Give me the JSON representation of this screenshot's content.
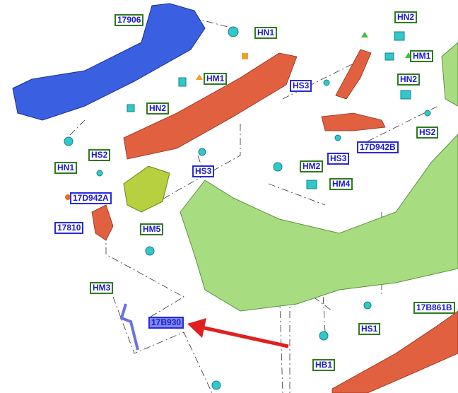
{
  "diagram": {
    "labels": {
      "l17906": "17906",
      "hn1_top": "HN1",
      "hn2_tr": "HN2",
      "hm1_tr": "HM1",
      "hm1_mid": "HM1",
      "hs3_tr": "HS3",
      "hn2_r": "HN2",
      "hn2_mid": "HN2",
      "hs2_r": "HS2",
      "hs3_r": "HS3",
      "l17d942b": "17D942B",
      "hs2_l": "HS2",
      "hn1_l": "HN1",
      "hs3_mid": "HS3",
      "hm2": "HM2",
      "hm4": "HM4",
      "l17d942a": "17D942A",
      "l17810": "17810",
      "hm5": "HM5",
      "hm3": "HM3",
      "l17b930": "17B930",
      "l17b861b": "17B861B",
      "hs1": "HS1",
      "hb1": "HB1"
    },
    "colors": {
      "reinforcement": "#3a5fe0",
      "bracket": "#e06040",
      "bumper": "#a8dc80",
      "fastener": "#30c8c8",
      "highlight": "#7d86f0",
      "arrow": "#e02020"
    }
  }
}
